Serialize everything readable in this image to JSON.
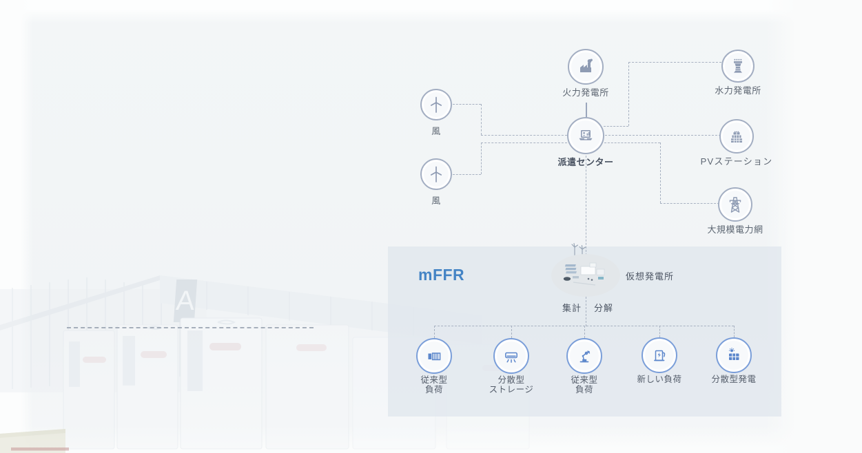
{
  "mffr": {
    "label": "mFFR"
  },
  "nodes": {
    "thermal": {
      "label": "火力発電所"
    },
    "hydro": {
      "label": "水力発電所"
    },
    "wind1": {
      "label": "風"
    },
    "wind2": {
      "label": "風"
    },
    "dispatch": {
      "label": "派遣センター"
    },
    "pv": {
      "label": "PVステーション"
    },
    "grid": {
      "label": "大規模電力網"
    },
    "vpp": {
      "label": "仮想発電所",
      "left_caption": "集計",
      "right_caption": "分解"
    },
    "load1": {
      "line1": "従来型",
      "line2": "負荷"
    },
    "storage": {
      "line1": "分散型",
      "line2": "ストレージ"
    },
    "load2": {
      "line1": "従来型",
      "line2": "負荷"
    },
    "newload": {
      "label": "新しい負荷"
    },
    "distgen": {
      "label": "分散型発電"
    }
  },
  "watermark": {
    "building_marker": "A"
  },
  "palette": {
    "accent_blue": "#4484c5",
    "node_slate": "#8e9bb3",
    "node_blue_ring": "#7a9ed9",
    "icon_blue": "#5b86cb",
    "dash_line": "#a7b1c1",
    "panel_bg": "#e7ebf0"
  }
}
